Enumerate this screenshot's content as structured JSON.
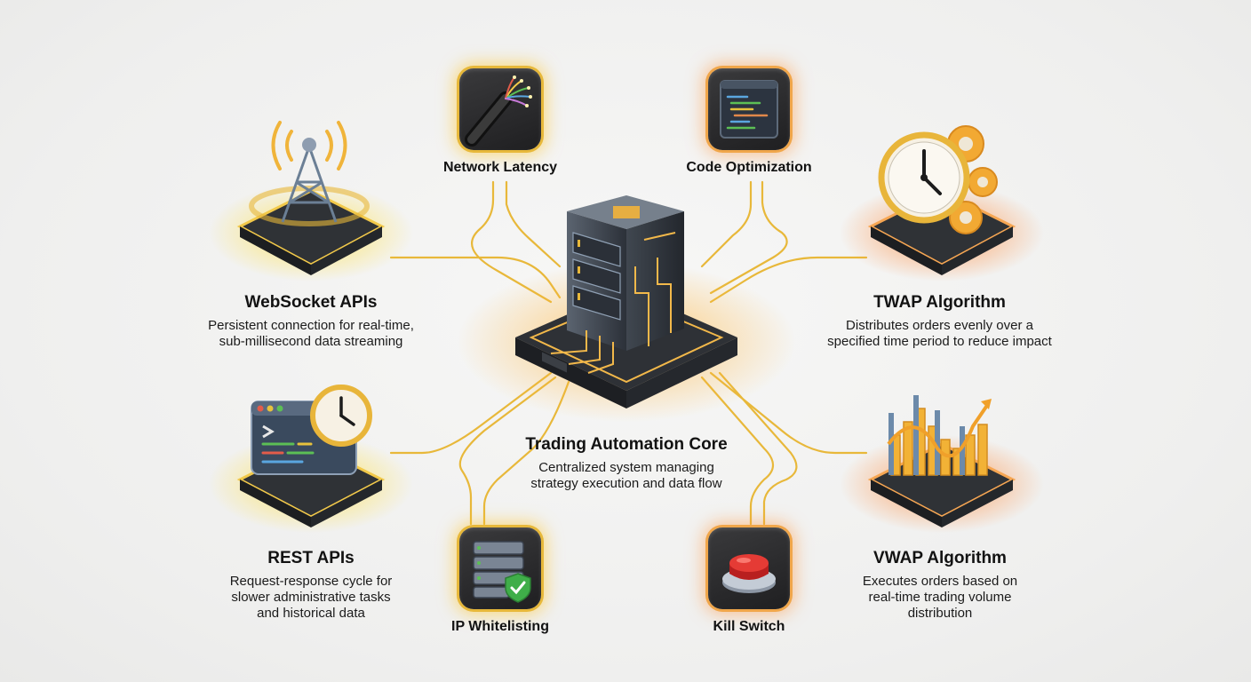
{
  "core": {
    "title": "Trading Automation Core",
    "desc_line1": "Centralized system managing",
    "desc_line2": "strategy execution and data flow"
  },
  "websocket": {
    "title": "WebSocket APIs",
    "desc_line1": "Persistent connection for real-time,",
    "desc_line2": "sub-millisecond data streaming"
  },
  "rest": {
    "title": "REST APIs",
    "desc_line1": "Request-response cycle for",
    "desc_line2": "slower administrative tasks",
    "desc_line3": "and historical data"
  },
  "twap": {
    "title": "TWAP Algorithm",
    "desc_line1": "Distributes orders evenly over a",
    "desc_line2": "specified time period to reduce impact"
  },
  "vwap": {
    "title": "VWAP Algorithm",
    "desc_line1": "Executes orders based on",
    "desc_line2": "real-time trading volume",
    "desc_line3": "distribution"
  },
  "network_latency": {
    "title": "Network Latency"
  },
  "code_optimization": {
    "title": "Code Optimization"
  },
  "ip_whitelisting": {
    "title": "IP Whitelisting"
  },
  "kill_switch": {
    "title": "Kill Switch"
  },
  "colors": {
    "wire": "#e8b83a",
    "glow_yellow": "#ffd23a",
    "glow_orange": "#ff8a3a",
    "tile_dark": "#2a2a2c"
  }
}
